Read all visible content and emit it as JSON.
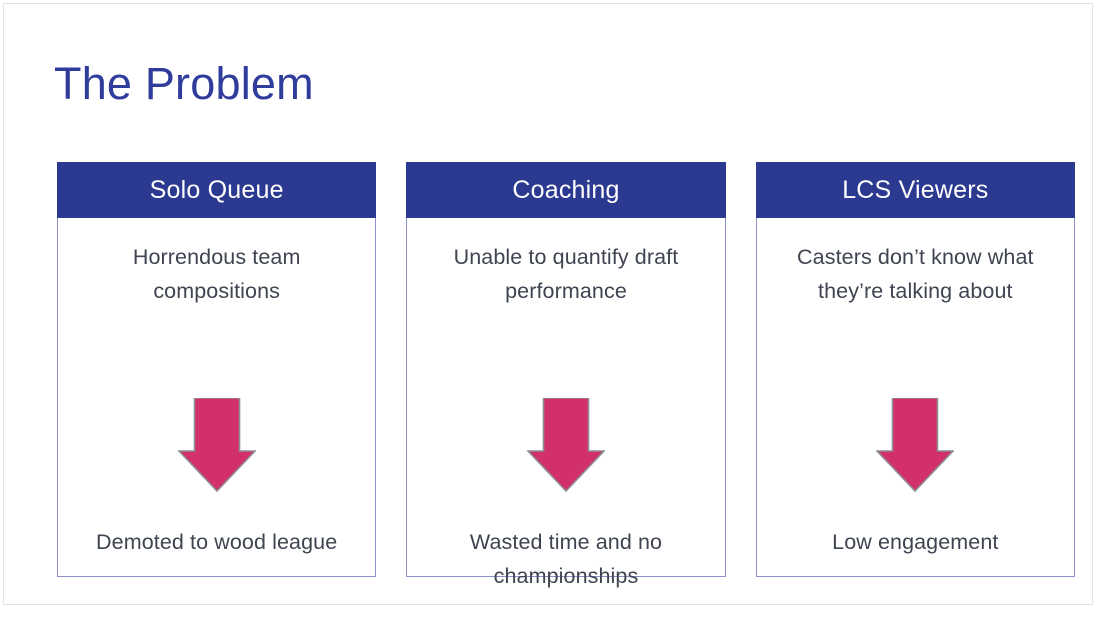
{
  "slide": {
    "title": "The Problem",
    "title_color": "#2f3c9b",
    "background": "#ffffff",
    "border_color": "#e3e3e3"
  },
  "theme": {
    "header_bg": "#2b3990",
    "header_text": "#ffffff",
    "card_border": "#8b90c6",
    "body_text": "#3e4450",
    "arrow_fill": "#d2306a",
    "arrow_edge": "#8d8d93"
  },
  "cards": [
    {
      "header": "Solo Queue",
      "cause": "Horrendous team compositions",
      "effect": "Demoted to wood league",
      "arrow": "down-arrow-icon"
    },
    {
      "header": "Coaching",
      "cause": "Unable to quantify draft performance",
      "effect": "Wasted time and no championships",
      "arrow": "down-arrow-icon"
    },
    {
      "header": "LCS Viewers",
      "cause": "Casters don’t know what they’re talking about",
      "effect": "Low engagement",
      "arrow": "down-arrow-icon"
    }
  ]
}
